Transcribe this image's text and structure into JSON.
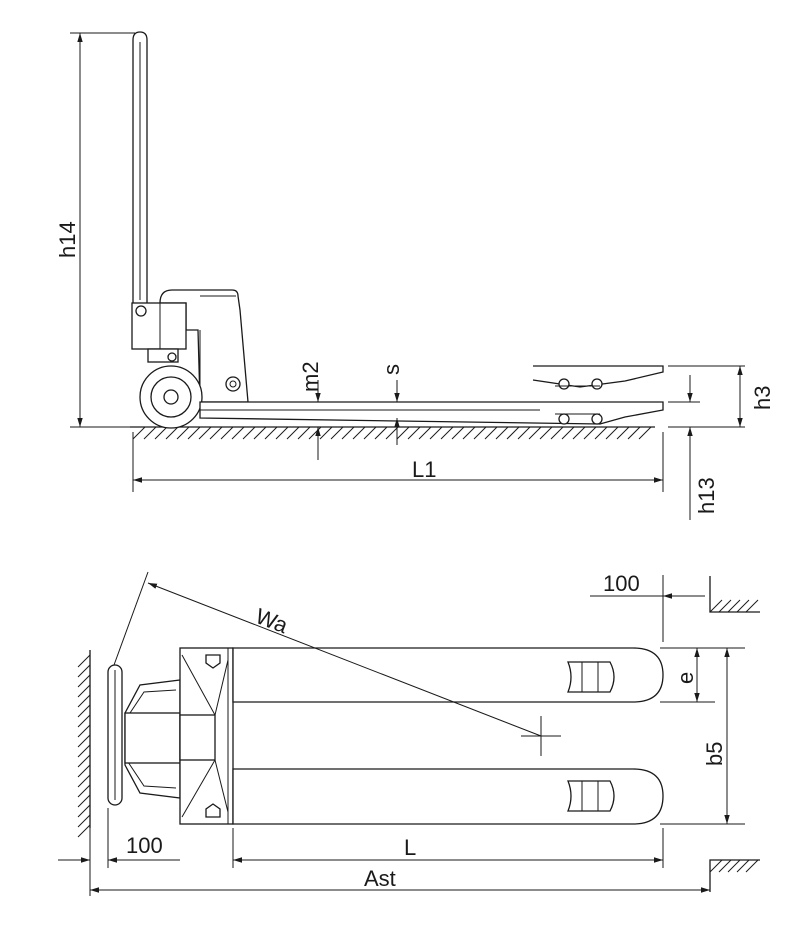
{
  "side_view": {
    "labels": {
      "h14": "h14",
      "m2": "m2",
      "s": "s",
      "h3": "h3",
      "L1": "L1",
      "h13": "h13"
    }
  },
  "top_view": {
    "labels": {
      "Wa": "Wa",
      "clearance_right": "100",
      "e": "e",
      "b5": "b5",
      "clearance_left": "100",
      "L": "L",
      "Ast": "Ast"
    }
  }
}
